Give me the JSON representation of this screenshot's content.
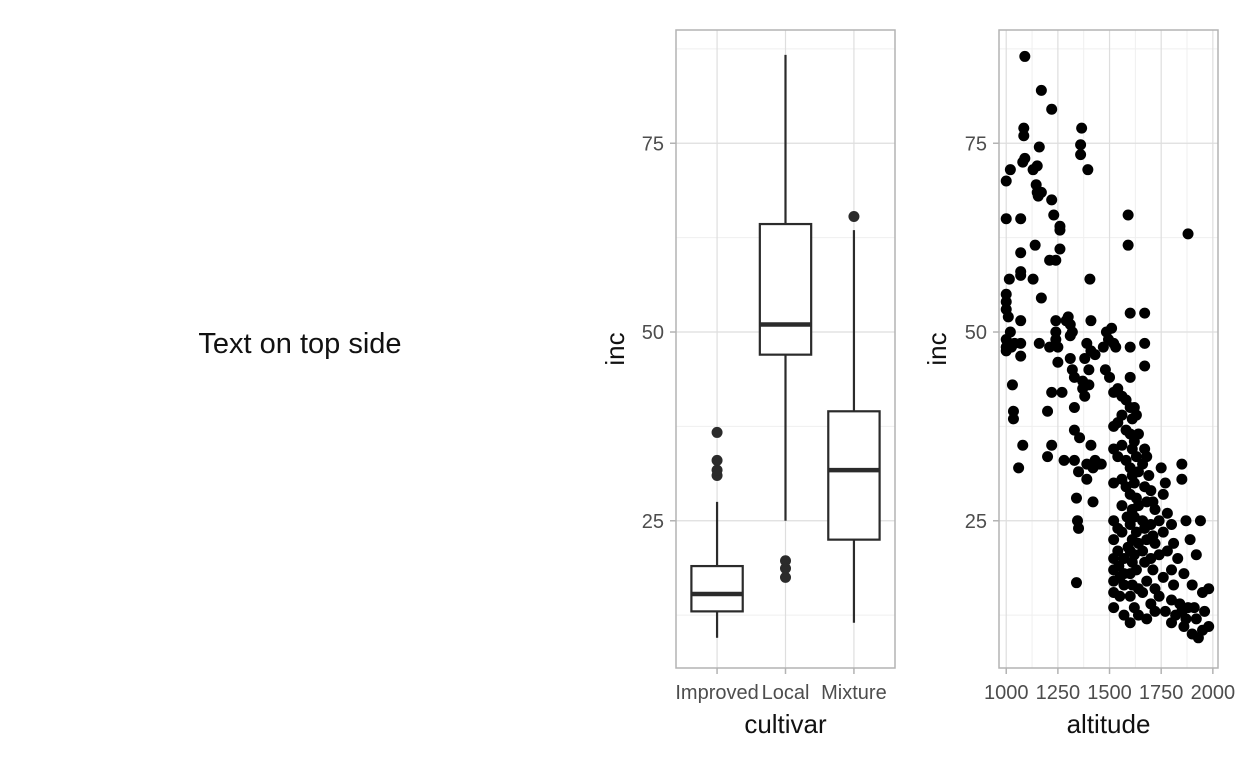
{
  "annotation": "Text on top side",
  "colors": {
    "panel_border": "#b3b3b3",
    "grid_major": "#dedede",
    "grid_minor": "#efefef",
    "ink": "#2b2b2b",
    "points": "#000000"
  },
  "chart_data": [
    {
      "type": "box",
      "xlabel": "cultivar",
      "ylabel": "inc",
      "categories": [
        "Improved",
        "Local",
        "Mixture"
      ],
      "yticks": [
        25,
        50,
        75
      ],
      "ylim": [
        5.5,
        90
      ],
      "grid": true,
      "boxes": [
        {
          "category": "Improved",
          "whisker_low": 9.5,
          "q1": 13.0,
          "median": 15.3,
          "q3": 19.0,
          "whisker_high": 27.5,
          "outliers": [
            31.0,
            31.7,
            33.0,
            36.7
          ]
        },
        {
          "category": "Local",
          "whisker_low": 25.0,
          "q1": 47.0,
          "median": 51.0,
          "q3": 64.3,
          "whisker_high": 86.7,
          "outliers": [
            17.5,
            18.7,
            19.7
          ]
        },
        {
          "category": "Mixture",
          "whisker_low": 11.5,
          "q1": 22.5,
          "median": 31.7,
          "q3": 39.5,
          "whisker_high": 63.5,
          "outliers": [
            65.3
          ]
        }
      ]
    },
    {
      "type": "scatter",
      "xlabel": "altitude",
      "ylabel": "inc",
      "xticks": [
        1000,
        1250,
        1500,
        1750,
        2000
      ],
      "xlim": [
        965,
        2025
      ],
      "ylim": [
        5.5,
        90
      ],
      "yticks": [
        25,
        50,
        75
      ],
      "grid": true,
      "points": [
        [
          1000,
          70.0
        ],
        [
          1000,
          65.0
        ],
        [
          1000,
          55.0
        ],
        [
          1000,
          54.0
        ],
        [
          1000,
          53.0
        ],
        [
          1000,
          49.0
        ],
        [
          1000,
          48.0
        ],
        [
          1000,
          47.5
        ],
        [
          1010,
          52.0
        ],
        [
          1015,
          57.0
        ],
        [
          1020,
          71.5
        ],
        [
          1020,
          50.0
        ],
        [
          1025,
          48.0
        ],
        [
          1030,
          43.0
        ],
        [
          1035,
          39.5
        ],
        [
          1035,
          38.5
        ],
        [
          1040,
          48.5
        ],
        [
          1060,
          32.0
        ],
        [
          1070,
          65.0
        ],
        [
          1070,
          60.5
        ],
        [
          1070,
          58.0
        ],
        [
          1070,
          57.5
        ],
        [
          1070,
          51.5
        ],
        [
          1070,
          48.5
        ],
        [
          1070,
          46.8
        ],
        [
          1080,
          35.0
        ],
        [
          1080,
          72.5
        ],
        [
          1085,
          77.0
        ],
        [
          1085,
          76.0
        ],
        [
          1090,
          86.5
        ],
        [
          1090,
          73.0
        ],
        [
          1130,
          71.5
        ],
        [
          1130,
          57.0
        ],
        [
          1140,
          61.5
        ],
        [
          1145,
          69.5
        ],
        [
          1150,
          68.5
        ],
        [
          1150,
          72.0
        ],
        [
          1155,
          68.0
        ],
        [
          1160,
          48.5
        ],
        [
          1160,
          74.5
        ],
        [
          1170,
          68.5
        ],
        [
          1170,
          82.0
        ],
        [
          1170,
          54.5
        ],
        [
          1200,
          39.5
        ],
        [
          1200,
          33.5
        ],
        [
          1210,
          59.5
        ],
        [
          1210,
          48.0
        ],
        [
          1220,
          67.5
        ],
        [
          1220,
          79.5
        ],
        [
          1220,
          35.0
        ],
        [
          1220,
          42.0
        ],
        [
          1230,
          65.5
        ],
        [
          1240,
          59.5
        ],
        [
          1240,
          51.5
        ],
        [
          1240,
          50.0
        ],
        [
          1240,
          49.0
        ],
        [
          1250,
          48.0
        ],
        [
          1250,
          46.0
        ],
        [
          1260,
          61.0
        ],
        [
          1260,
          63.5
        ],
        [
          1260,
          64.0
        ],
        [
          1270,
          42.0
        ],
        [
          1280,
          33.0
        ],
        [
          1290,
          51.5
        ],
        [
          1300,
          52.0
        ],
        [
          1310,
          49.5
        ],
        [
          1310,
          51.0
        ],
        [
          1310,
          46.5
        ],
        [
          1320,
          50.0
        ],
        [
          1320,
          45.0
        ],
        [
          1330,
          44.0
        ],
        [
          1330,
          40.0
        ],
        [
          1330,
          37.0
        ],
        [
          1330,
          33.0
        ],
        [
          1340,
          16.8
        ],
        [
          1340,
          28.0
        ],
        [
          1345,
          25.0
        ],
        [
          1350,
          24.0
        ],
        [
          1350,
          31.5
        ],
        [
          1355,
          36.0
        ],
        [
          1360,
          73.5
        ],
        [
          1360,
          74.8
        ],
        [
          1365,
          77.0
        ],
        [
          1370,
          43.5
        ],
        [
          1370,
          42.5
        ],
        [
          1380,
          46.5
        ],
        [
          1380,
          41.5
        ],
        [
          1390,
          48.5
        ],
        [
          1390,
          32.5
        ],
        [
          1390,
          30.5
        ],
        [
          1395,
          71.5
        ],
        [
          1400,
          45.0
        ],
        [
          1400,
          43.0
        ],
        [
          1405,
          57.0
        ],
        [
          1410,
          51.5
        ],
        [
          1410,
          47.5
        ],
        [
          1410,
          35.0
        ],
        [
          1420,
          32.0
        ],
        [
          1420,
          27.5
        ],
        [
          1430,
          33.0
        ],
        [
          1430,
          47.0
        ],
        [
          1450,
          32.5
        ],
        [
          1460,
          32.5
        ],
        [
          1470,
          48.0
        ],
        [
          1480,
          45.0
        ],
        [
          1485,
          50.0
        ],
        [
          1495,
          49.0
        ],
        [
          1500,
          44.0
        ],
        [
          1510,
          50.5
        ],
        [
          1520,
          48.5
        ],
        [
          1520,
          42.0
        ],
        [
          1520,
          37.5
        ],
        [
          1520,
          34.5
        ],
        [
          1520,
          30.0
        ],
        [
          1520,
          25.0
        ],
        [
          1520,
          22.5
        ],
        [
          1520,
          20.0
        ],
        [
          1520,
          18.5
        ],
        [
          1520,
          17.0
        ],
        [
          1520,
          15.5
        ],
        [
          1520,
          13.5
        ],
        [
          1530,
          48.0
        ],
        [
          1540,
          42.5
        ],
        [
          1540,
          38.0
        ],
        [
          1540,
          33.5
        ],
        [
          1540,
          24.0
        ],
        [
          1540,
          21.0
        ],
        [
          1545,
          19.0
        ],
        [
          1550,
          17.5
        ],
        [
          1550,
          15.0
        ],
        [
          1560,
          41.5
        ],
        [
          1560,
          39.0
        ],
        [
          1560,
          35.0
        ],
        [
          1560,
          30.5
        ],
        [
          1560,
          27.0
        ],
        [
          1560,
          23.5
        ],
        [
          1570,
          20.0
        ],
        [
          1570,
          18.0
        ],
        [
          1570,
          16.5
        ],
        [
          1570,
          12.5
        ],
        [
          1580,
          41.0
        ],
        [
          1580,
          37.0
        ],
        [
          1580,
          33.0
        ],
        [
          1580,
          29.5
        ],
        [
          1585,
          25.5
        ],
        [
          1590,
          21.5
        ],
        [
          1590,
          65.5
        ],
        [
          1590,
          61.5
        ],
        [
          1600,
          52.5
        ],
        [
          1600,
          48.0
        ],
        [
          1600,
          44.0
        ],
        [
          1600,
          40.0
        ],
        [
          1600,
          36.5
        ],
        [
          1600,
          32.0
        ],
        [
          1600,
          28.5
        ],
        [
          1600,
          24.5
        ],
        [
          1600,
          21.0
        ],
        [
          1600,
          18.0
        ],
        [
          1600,
          15.0
        ],
        [
          1600,
          11.5
        ],
        [
          1610,
          38.5
        ],
        [
          1610,
          34.5
        ],
        [
          1610,
          31.0
        ],
        [
          1610,
          26.5
        ],
        [
          1610,
          22.5
        ],
        [
          1610,
          19.5
        ],
        [
          1610,
          16.5
        ],
        [
          1620,
          40.0
        ],
        [
          1620,
          35.5
        ],
        [
          1620,
          30.0
        ],
        [
          1620,
          25.5
        ],
        [
          1620,
          20.5
        ],
        [
          1620,
          13.5
        ],
        [
          1630,
          39.0
        ],
        [
          1630,
          33.5
        ],
        [
          1630,
          28.0
        ],
        [
          1630,
          23.5
        ],
        [
          1630,
          18.5
        ],
        [
          1640,
          36.5
        ],
        [
          1640,
          31.5
        ],
        [
          1640,
          27.0
        ],
        [
          1640,
          22.0
        ],
        [
          1640,
          16.0
        ],
        [
          1640,
          12.5
        ],
        [
          1660,
          32.5
        ],
        [
          1660,
          25.0
        ],
        [
          1660,
          21.0
        ],
        [
          1660,
          15.5
        ],
        [
          1670,
          48.5
        ],
        [
          1670,
          45.5
        ],
        [
          1670,
          52.5
        ],
        [
          1670,
          34.5
        ],
        [
          1670,
          29.5
        ],
        [
          1670,
          24.0
        ],
        [
          1670,
          19.5
        ],
        [
          1680,
          33.5
        ],
        [
          1680,
          27.5
        ],
        [
          1680,
          22.5
        ],
        [
          1680,
          17.0
        ],
        [
          1680,
          12.0
        ],
        [
          1690,
          31.0
        ],
        [
          1700,
          29.0
        ],
        [
          1700,
          24.5
        ],
        [
          1700,
          20.0
        ],
        [
          1700,
          14.0
        ],
        [
          1710,
          27.5
        ],
        [
          1710,
          23.0
        ],
        [
          1710,
          18.5
        ],
        [
          1720,
          26.5
        ],
        [
          1720,
          22.0
        ],
        [
          1720,
          16.0
        ],
        [
          1720,
          13.0
        ],
        [
          1740,
          25.0
        ],
        [
          1740,
          20.5
        ],
        [
          1740,
          15.0
        ],
        [
          1750,
          32.0
        ],
        [
          1760,
          28.5
        ],
        [
          1760,
          23.5
        ],
        [
          1760,
          17.5
        ],
        [
          1770,
          30.0
        ],
        [
          1770,
          13.0
        ],
        [
          1780,
          26.0
        ],
        [
          1780,
          21.0
        ],
        [
          1800,
          24.5
        ],
        [
          1800,
          18.5
        ],
        [
          1800,
          14.5
        ],
        [
          1800,
          11.5
        ],
        [
          1810,
          22.0
        ],
        [
          1810,
          16.5
        ],
        [
          1820,
          12.5
        ],
        [
          1830,
          20.0
        ],
        [
          1840,
          14.0
        ],
        [
          1850,
          13.0
        ],
        [
          1850,
          32.5
        ],
        [
          1850,
          30.5
        ],
        [
          1860,
          18.0
        ],
        [
          1860,
          11.0
        ],
        [
          1870,
          25.0
        ],
        [
          1870,
          12.0
        ],
        [
          1880,
          63.0
        ],
        [
          1880,
          13.5
        ],
        [
          1890,
          22.5
        ],
        [
          1900,
          16.5
        ],
        [
          1900,
          10.0
        ],
        [
          1910,
          13.5
        ],
        [
          1920,
          20.5
        ],
        [
          1920,
          12.0
        ],
        [
          1930,
          9.5
        ],
        [
          1940,
          25.0
        ],
        [
          1950,
          15.5
        ],
        [
          1950,
          10.5
        ],
        [
          1960,
          13.0
        ],
        [
          1980,
          16.0
        ],
        [
          1980,
          11.0
        ]
      ]
    }
  ]
}
